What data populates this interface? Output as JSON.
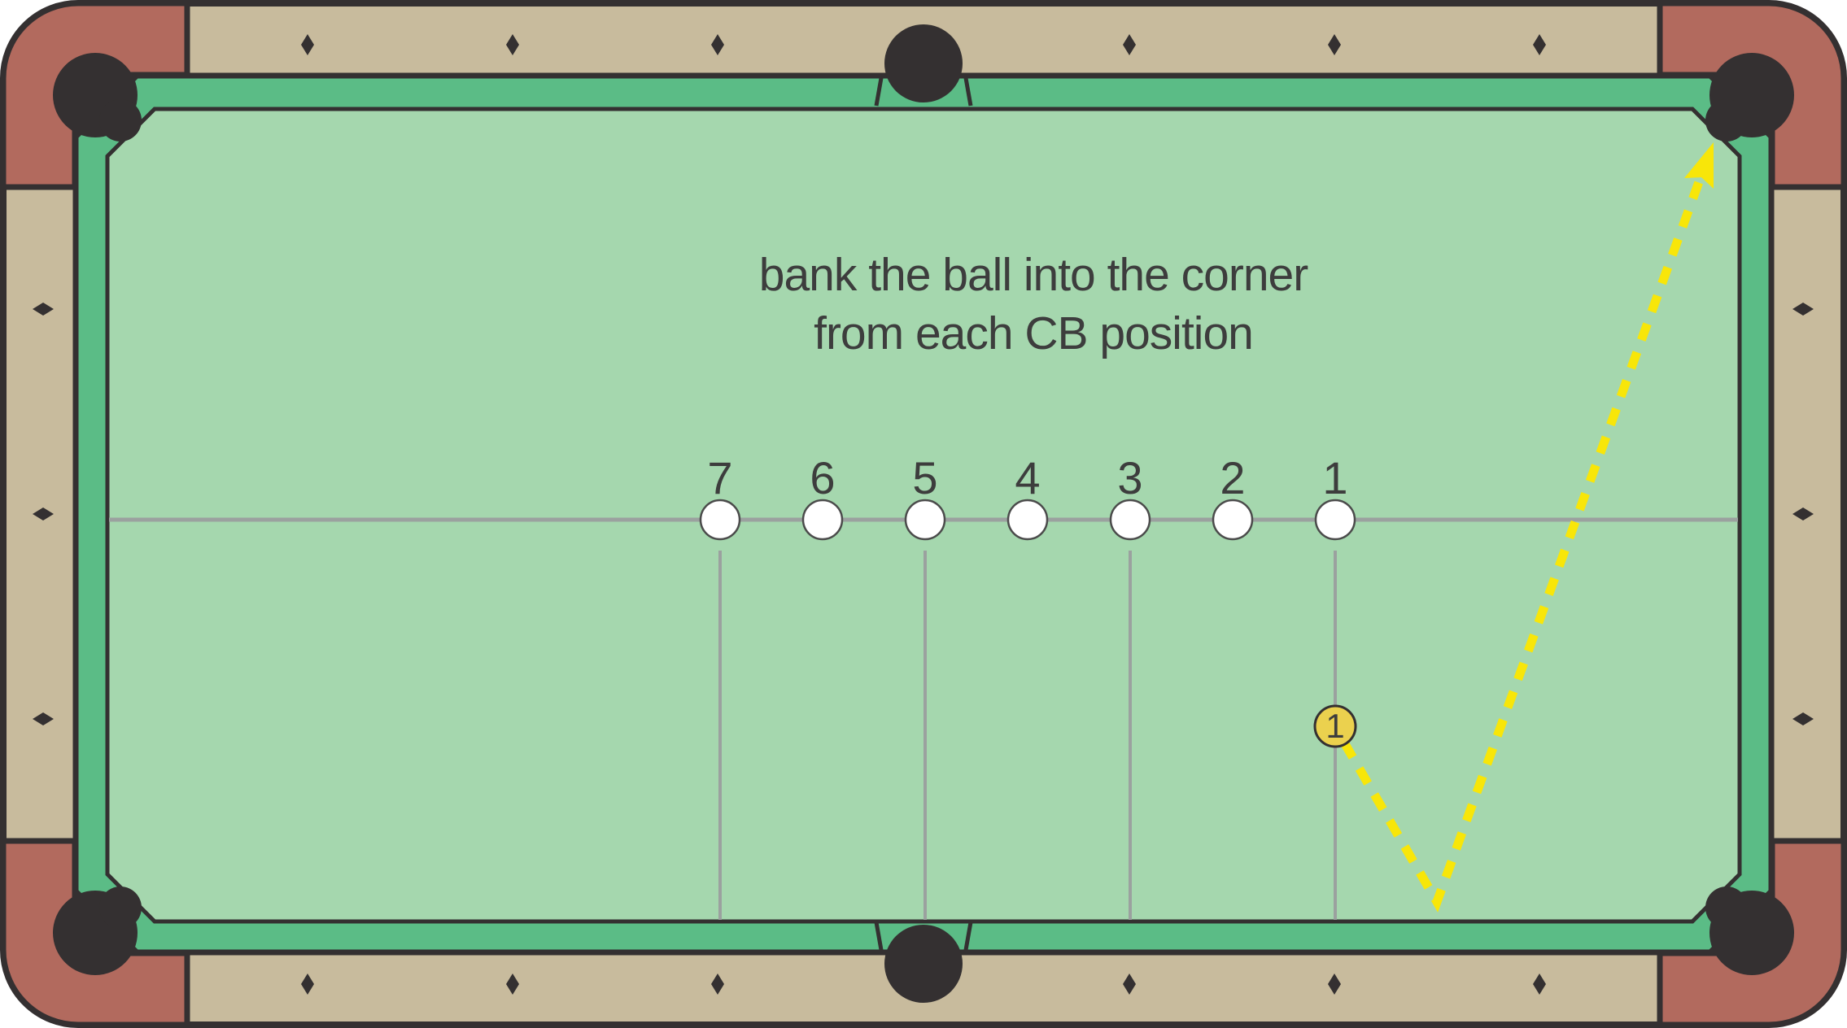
{
  "instruction": {
    "line1": "bank the ball into the corner",
    "line2": "from each CB position"
  },
  "cb_positions": [
    {
      "label": "7",
      "has_guide_line": true
    },
    {
      "label": "6",
      "has_guide_line": false
    },
    {
      "label": "5",
      "has_guide_line": true
    },
    {
      "label": "4",
      "has_guide_line": false
    },
    {
      "label": "3",
      "has_guide_line": true
    },
    {
      "label": "2",
      "has_guide_line": false
    },
    {
      "label": "1",
      "has_guide_line": true
    }
  ],
  "object_ball": {
    "label": "1"
  },
  "path": {
    "type": "bank-shot",
    "bounce_rail": "bottom",
    "target": "top-right corner pocket"
  },
  "colors": {
    "felt": "#A5D7AE",
    "cushion": "#5BBC86",
    "rail": "#C8BB9D",
    "corner_caps": "#B26A5E",
    "pocket": "#343031",
    "outline": "#343031",
    "guide_line": "#9BA19F",
    "path_yellow": "#F8E609",
    "ball_yellow": "#EBD14E",
    "ball_white": "#FFFFFF",
    "text": "#3D3D3D"
  }
}
